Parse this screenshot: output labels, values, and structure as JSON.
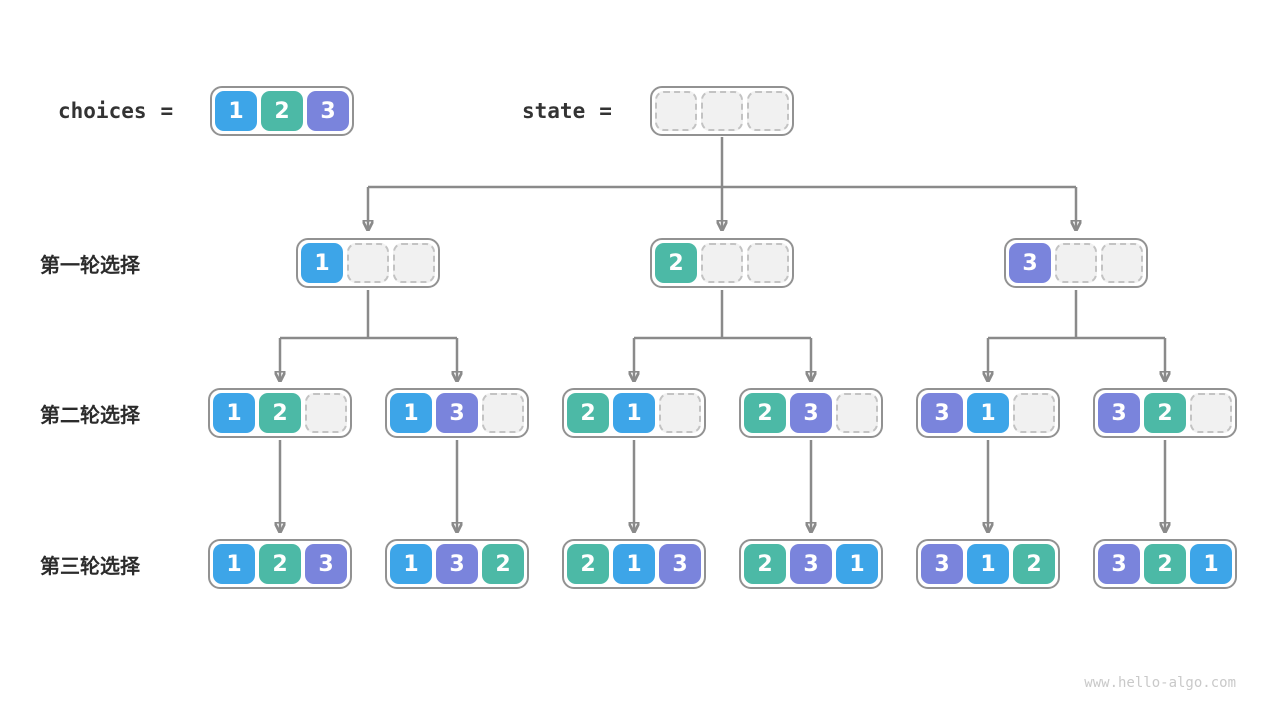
{
  "header": {
    "choices_label": "choices",
    "equals": "=",
    "state_label": "state",
    "choices": {
      "cells": [
        1,
        2,
        3
      ]
    },
    "state": {
      "cells": [
        null,
        null,
        null
      ]
    }
  },
  "colors": {
    "1": "#3da5e8",
    "2": "#4cb9a6",
    "3": "#7a84dc",
    "empty_fill": "#f1f1f1",
    "arrow": "#8a8a8a"
  },
  "rows": [
    {
      "label": "第一轮选择"
    },
    {
      "label": "第二轮选择"
    },
    {
      "label": "第三轮选择"
    }
  ],
  "tree": {
    "level1": [
      {
        "cells": [
          1,
          null,
          null
        ]
      },
      {
        "cells": [
          2,
          null,
          null
        ]
      },
      {
        "cells": [
          3,
          null,
          null
        ]
      }
    ],
    "level2": [
      {
        "cells": [
          1,
          2,
          null
        ]
      },
      {
        "cells": [
          1,
          3,
          null
        ]
      },
      {
        "cells": [
          2,
          1,
          null
        ]
      },
      {
        "cells": [
          2,
          3,
          null
        ]
      },
      {
        "cells": [
          3,
          1,
          null
        ]
      },
      {
        "cells": [
          3,
          2,
          null
        ]
      }
    ],
    "level3": [
      {
        "cells": [
          1,
          2,
          3
        ]
      },
      {
        "cells": [
          1,
          3,
          2
        ]
      },
      {
        "cells": [
          2,
          1,
          3
        ]
      },
      {
        "cells": [
          2,
          3,
          1
        ]
      },
      {
        "cells": [
          3,
          1,
          2
        ]
      },
      {
        "cells": [
          3,
          2,
          1
        ]
      }
    ]
  },
  "footer": {
    "watermark": "www.hello-algo.com"
  }
}
